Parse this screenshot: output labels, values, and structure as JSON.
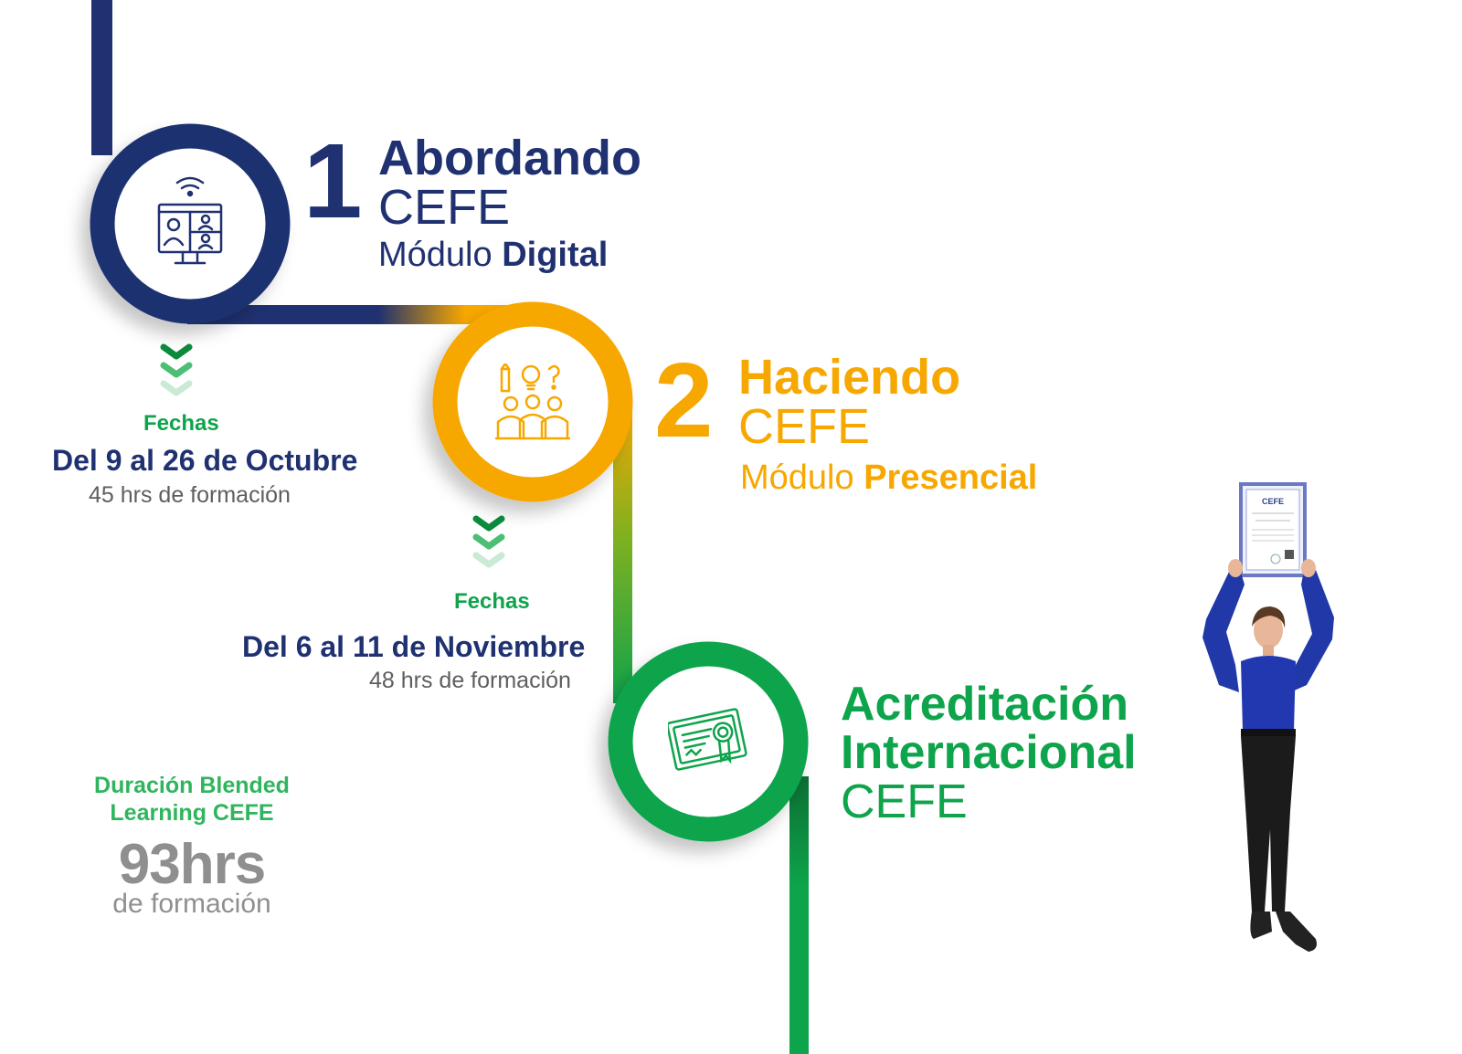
{
  "colors": {
    "navy": "#1f3170",
    "orange": "#f7a800",
    "green": "#0ea44b",
    "light_green": "#2fb55d",
    "gray_text": "#5e5e5e",
    "gray_big": "#8f8f8f"
  },
  "step1": {
    "number": "1",
    "title_bold": "Abordando",
    "title_light": "CEFE",
    "module_prefix": "Módulo ",
    "module_bold": "Digital",
    "icon": "online-meeting-icon",
    "dates_label": "Fechas",
    "dates": "Del 9 al 26 de Octubre",
    "hours": "45 hrs de formación"
  },
  "step2": {
    "number": "2",
    "title_bold": "Haciendo",
    "title_light": "CEFE",
    "module_prefix": "Módulo ",
    "module_bold": "Presencial",
    "icon": "team-ideas-icon",
    "dates_label": "Fechas",
    "dates": "Del 6 al 11 de Noviembre",
    "hours": "48 hrs de formación"
  },
  "step3": {
    "title_line1": "Acreditación",
    "title_line2": "Internacional",
    "title_light": "CEFE",
    "icon": "certificate-icon"
  },
  "summary": {
    "label_line1": "Duración Blended",
    "label_line2": "Learning CEFE",
    "big_value": "93hrs",
    "sub": "de formación"
  },
  "photo": {
    "icon": "woman-holding-certificate-photo",
    "certificate_logo": "CEFE"
  }
}
